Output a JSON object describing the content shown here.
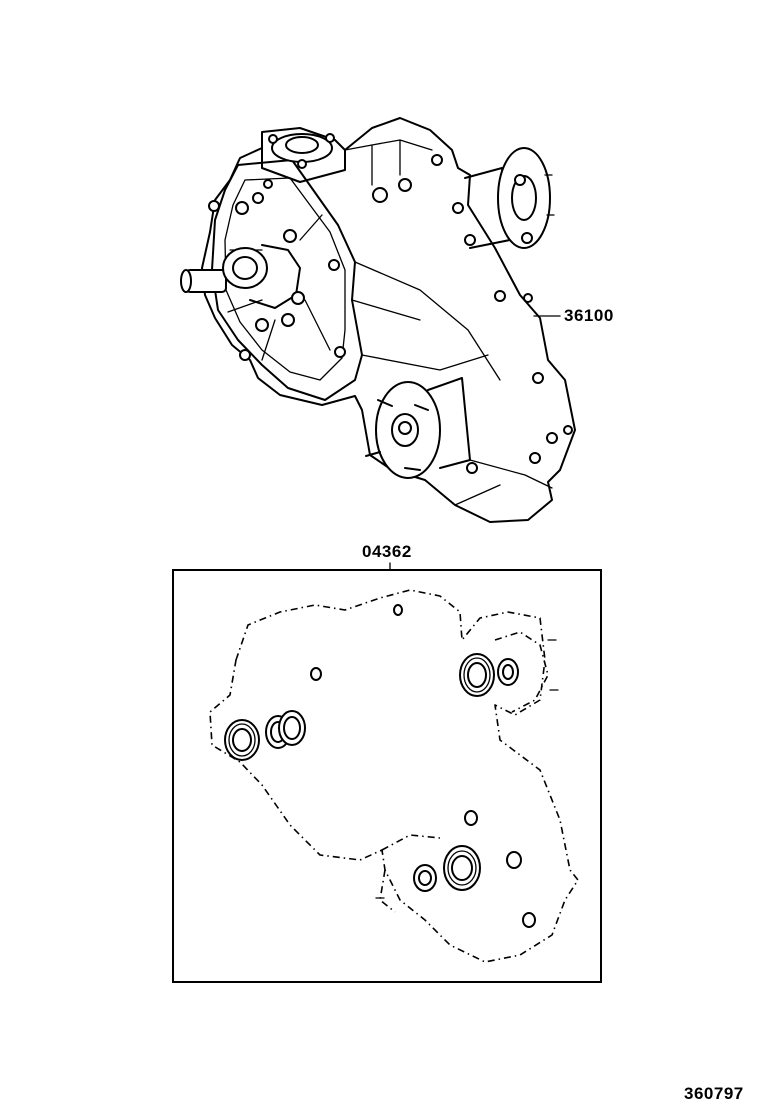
{
  "parts": {
    "transfer_assembly": {
      "number": "36100"
    },
    "gasket_kit": {
      "number": "04362"
    }
  },
  "illustration": {
    "id": "360797"
  }
}
